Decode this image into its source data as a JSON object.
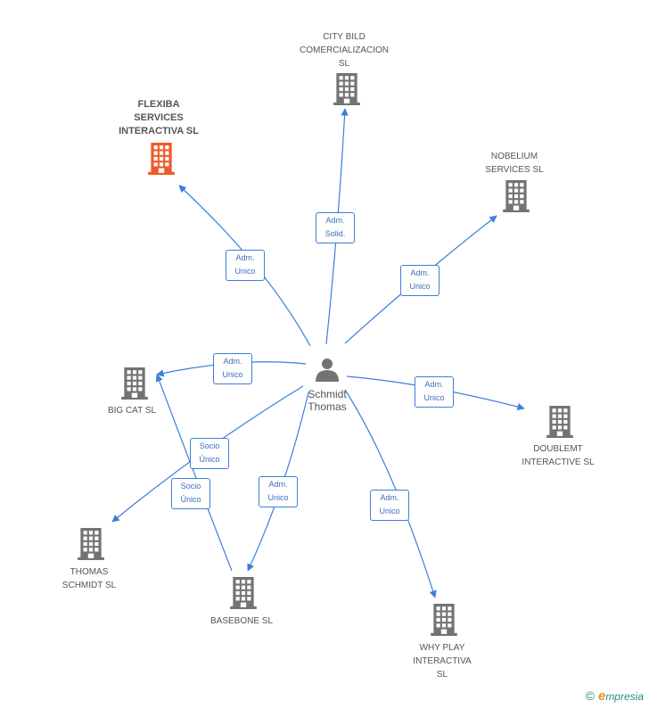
{
  "colors": {
    "edge": "#3d7fd8",
    "building": "#737373",
    "building_highlight": "#f05a28",
    "person": "#737373"
  },
  "center": {
    "icon": "person-icon",
    "label": "Schmidt\nThomas"
  },
  "nodes": [
    {
      "id": "flexiba",
      "label": "FLEXIBA\nSERVICES\nINTERACTIVA SL",
      "highlight": true,
      "icon": "building-icon"
    },
    {
      "id": "citybild",
      "label": "CITY BILD\nCOMERCIALIZACION\nSL",
      "highlight": false,
      "icon": "building-icon"
    },
    {
      "id": "nobelium",
      "label": "NOBELIUM\nSERVICES  SL",
      "highlight": false,
      "icon": "building-icon"
    },
    {
      "id": "bigcat",
      "label": "BIG CAT  SL",
      "highlight": false,
      "icon": "building-icon"
    },
    {
      "id": "doublemt",
      "label": "DOUBLEMT\nINTERACTIVE SL",
      "highlight": false,
      "icon": "building-icon"
    },
    {
      "id": "thomas",
      "label": "THOMAS\nSCHMIDT  SL",
      "highlight": false,
      "icon": "building-icon"
    },
    {
      "id": "basebone",
      "label": "BASEBONE  SL",
      "highlight": false,
      "icon": "building-icon"
    },
    {
      "id": "whyplay",
      "label": "WHY PLAY\nINTERACTIVA\nSL",
      "highlight": false,
      "icon": "building-icon"
    }
  ],
  "edges": [
    {
      "to": "flexiba",
      "label": "Adm.\nUnico"
    },
    {
      "to": "citybild",
      "label": "Adm.\nSolid."
    },
    {
      "to": "nobelium",
      "label": "Adm.\nUnico"
    },
    {
      "to": "bigcat",
      "label": "Adm.\nUnico"
    },
    {
      "to": "doublemt",
      "label": "Adm.\nUnico"
    },
    {
      "to": "thomas",
      "label": "Socio\nÚnico"
    },
    {
      "to": "basebone",
      "label": "Adm.\nUnico"
    },
    {
      "to": "whyplay",
      "label": "Adm.\nUnico"
    },
    {
      "from": "basebone",
      "to": "bigcat",
      "label": "Socio\nÚnico"
    }
  ],
  "copyright": {
    "symbol": "©",
    "brand_initial": "e",
    "brand_rest": "mpresia"
  }
}
